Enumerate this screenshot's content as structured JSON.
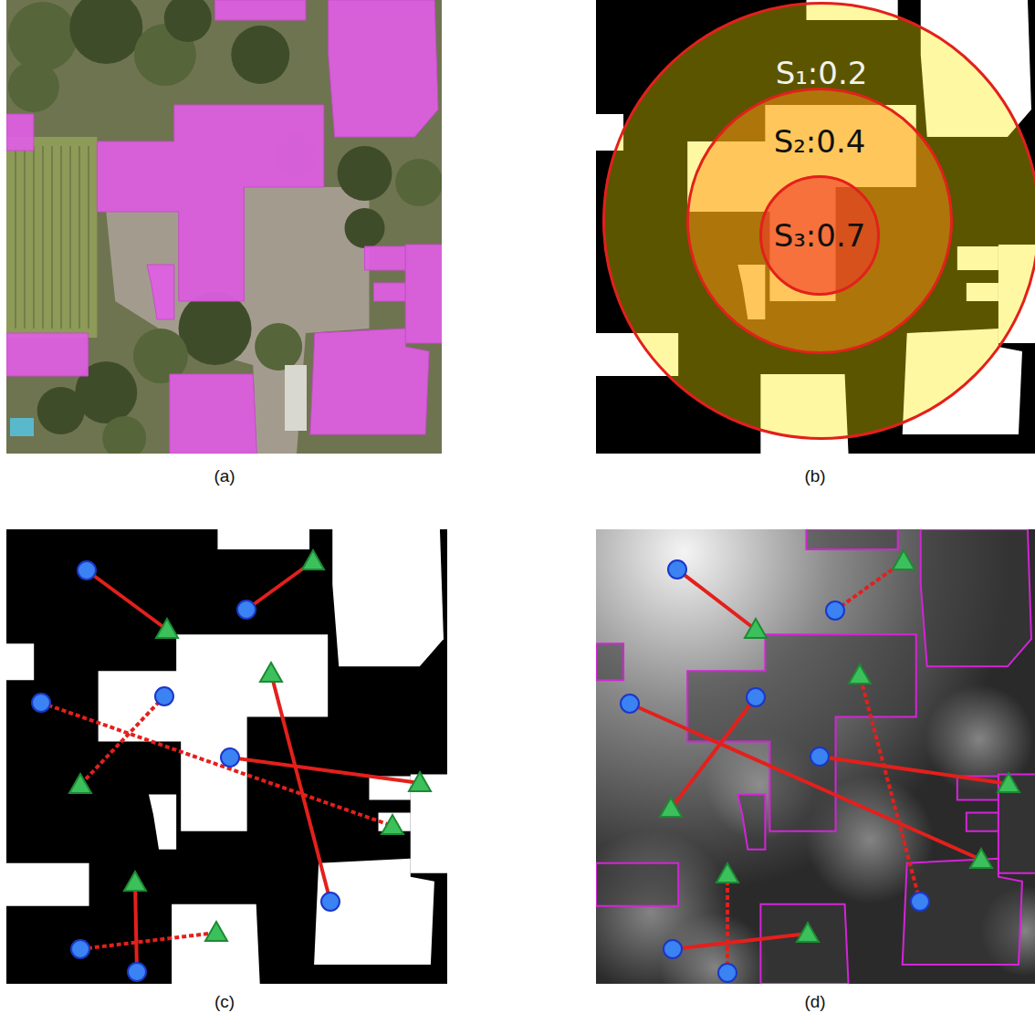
{
  "diagram": {
    "nodes": [
      {
        "text": [
          "S₁:0.2"
        ]
      },
      {
        "text": [
          "S₂:0.4"
        ],
        "in": 0
      },
      {
        "text": [
          "S₃:0.7"
        ],
        "in": 1
      }
    ],
    "labels": [
      "(a)",
      "(b)",
      "(c)",
      "(d)"
    ]
  }
}
